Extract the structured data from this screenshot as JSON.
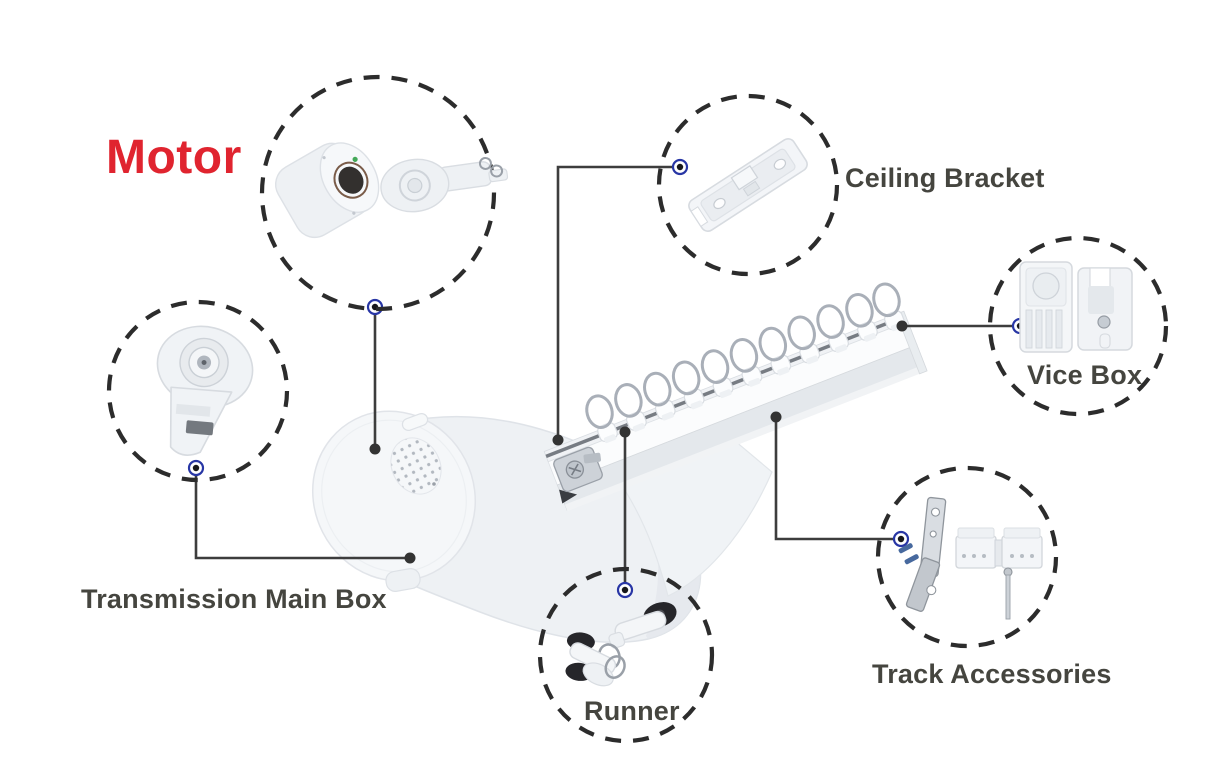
{
  "diagram": {
    "type": "product-callout-diagram",
    "subject": "motorized curtain track exploded-parts diagram",
    "callouts": [
      {
        "id": "motor",
        "label": "Motor"
      },
      {
        "id": "ceiling-bracket",
        "label": "Ceiling Bracket"
      },
      {
        "id": "vice-box",
        "label": "Vice Box"
      },
      {
        "id": "transmission-main-box",
        "label": "Transmission Main Box"
      },
      {
        "id": "runner",
        "label": "Runner"
      },
      {
        "id": "track-accessories",
        "label": "Track Accessories"
      }
    ],
    "colors": {
      "motor_label": "#e0242f",
      "part_label": "#45453f",
      "leader_line": "#3d3d3d",
      "dashed_circle": "#2c2c2c",
      "connector_ring": "#2836a5",
      "background": "#ffffff"
    }
  }
}
